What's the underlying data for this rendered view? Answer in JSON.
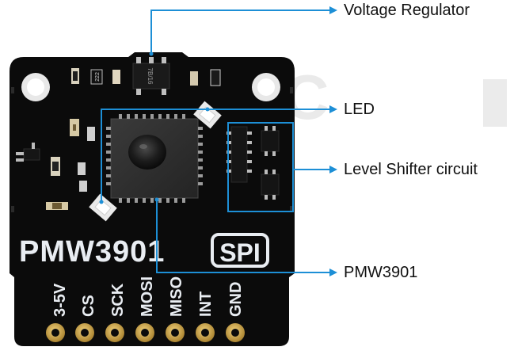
{
  "callouts": {
    "voltage_regulator": "Voltage Regulator",
    "led": "LED",
    "level_shifter": "Level Shifter circuit",
    "pmw3901": "PMW3901"
  },
  "board": {
    "title": "PMW3901",
    "badge": "SPI",
    "pins": [
      "3-5V",
      "CS",
      "SCK",
      "MOSI",
      "MISO",
      "INT",
      "GND"
    ],
    "regulator_marking": "7B/16",
    "resistor_marking": "222"
  },
  "colors": {
    "board": "#0b0b0b",
    "silkscreen": "#e9edf2",
    "callout_line": "#1d8fd6",
    "pad_gold": "#c9a24a"
  },
  "icons": {
    "arrow": "arrow-right-icon"
  }
}
